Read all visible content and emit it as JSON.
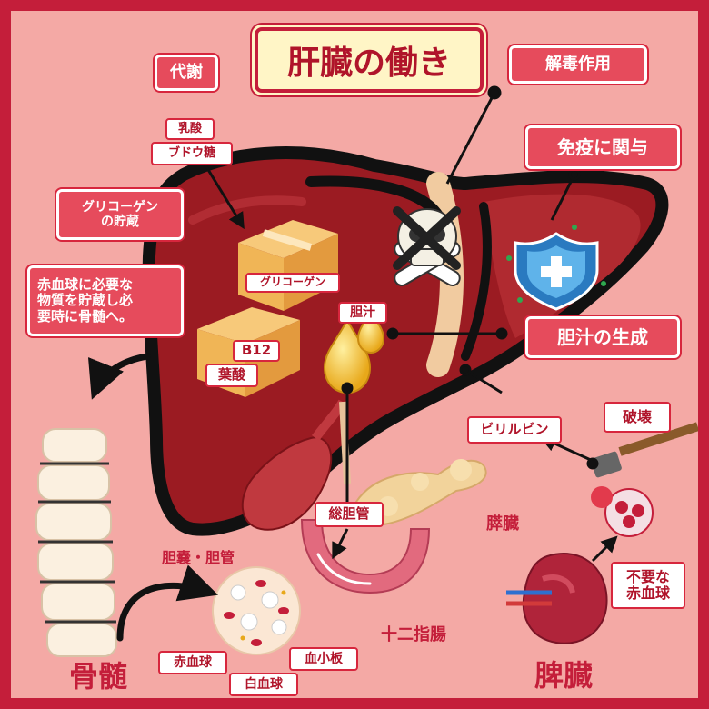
{
  "title": "肝臓の働き",
  "labels": {
    "metabolism": "代謝",
    "lactic_acid": "乳酸",
    "glucose": "ブドウ糖",
    "glycogen_storage_line1": "グリコーゲン",
    "glycogen_storage_line2": "の貯蔵",
    "rbc_storage_line1": "赤血球に必要な",
    "rbc_storage_line2": "物質を貯蔵し必",
    "rbc_storage_line3": "要時に骨髄へ。",
    "glycogen_box": "グリコーゲン",
    "b12_box": "B12",
    "folic_acid_box": "葉酸",
    "bile_drop": "胆汁",
    "detox": "解毒作用",
    "immunity": "免疫に関与",
    "bile_production": "胆汁の生成",
    "bilirubin": "ビリルビン",
    "destruction": "破壊",
    "unneeded_rbc_line1": "不要な",
    "unneeded_rbc_line2": "赤血球",
    "common_bile_duct": "総胆管",
    "pancreas": "膵臓",
    "gallbladder": "胆嚢・胆管",
    "duodenum": "十二指腸",
    "spleen": "脾臓",
    "bone_marrow": "骨髄",
    "red_blood_cell": "赤血球",
    "white_blood_cell": "白血球",
    "platelet": "血小板"
  },
  "colors": {
    "frame": "#c41e3a",
    "background": "#f4a9a5",
    "liver": "#9b1b22",
    "label_pink": "#e64b5c",
    "title_bg": "#fff5c6",
    "bile": "#f2c230"
  }
}
